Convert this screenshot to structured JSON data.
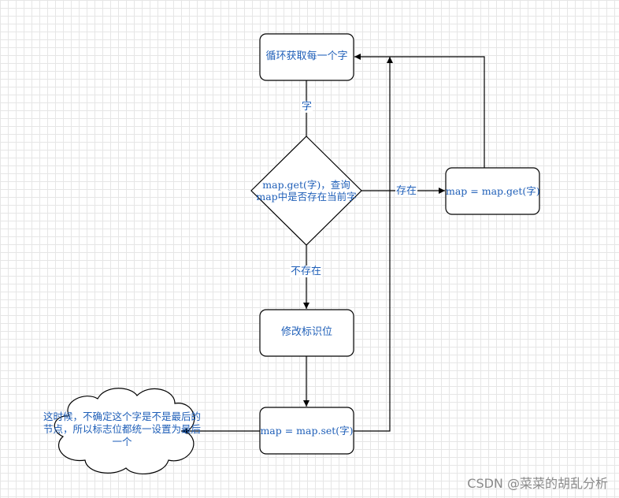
{
  "nodes": {
    "loop": "循环获取每一个字",
    "decision": "map.get(字)，查询map中是否存在当前字",
    "get_map": "map = map.get(字)",
    "modify_flag": "修改标识位",
    "set_map": "map = map.set(字)"
  },
  "edges": {
    "char": "字",
    "exists": "存在",
    "not_exists": "不存在"
  },
  "note": "这时候，不确定这个字是不是最后的节点，所以标志位都统一设置为最后一个",
  "watermark": "CSDN @菜菜的胡乱分析"
}
